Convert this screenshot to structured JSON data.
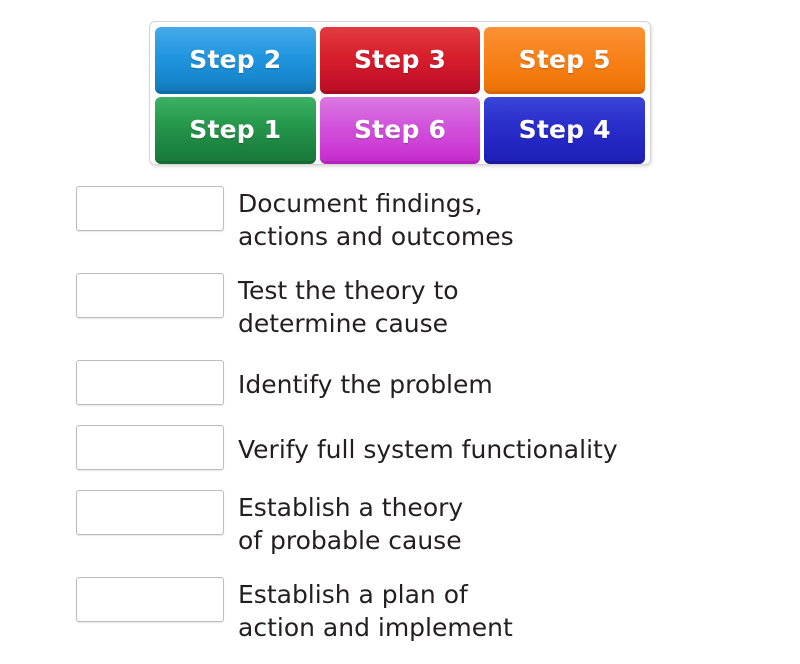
{
  "tile_bank": {
    "rows": [
      [
        {
          "label": "Step 2",
          "color": "#2196e0",
          "skin": "tile-blue"
        },
        {
          "label": "Step 3",
          "color": "#d81f2c",
          "skin": "tile-red"
        },
        {
          "label": "Step 5",
          "color": "#f8821a",
          "skin": "tile-orange"
        }
      ],
      [
        {
          "label": "Step 1",
          "color": "#27994d",
          "skin": "tile-green"
        },
        {
          "label": "Step 6",
          "color": "#d257dc",
          "skin": "tile-magenta"
        },
        {
          "label": "Step 4",
          "color": "#2b2fcc",
          "skin": "tile-navy"
        }
      ]
    ]
  },
  "answers": [
    {
      "text": "Document findings,\nactions and outcomes",
      "slot_value": "",
      "lines": 2
    },
    {
      "text": "Test the theory to\ndetermine cause",
      "slot_value": "",
      "lines": 2
    },
    {
      "text": "Identify the problem",
      "slot_value": "",
      "lines": 1
    },
    {
      "text": "Verify full system functionality",
      "slot_value": "",
      "lines": 1
    },
    {
      "text": "Establish a theory\nof probable cause",
      "slot_value": "",
      "lines": 2
    },
    {
      "text": "Establish a plan of\naction and implement",
      "slot_value": "",
      "lines": 2
    }
  ]
}
